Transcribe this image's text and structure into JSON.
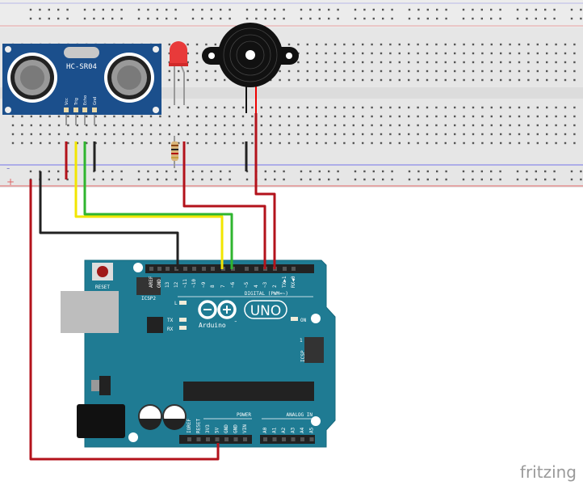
{
  "colors": {
    "board": "#1f7b93",
    "breadboard": "#e8e8e8",
    "wire_red": "#b3121b",
    "wire_black": "#222222",
    "wire_yellow": "#f2e600",
    "wire_green": "#2fb52f",
    "sensor": "#1b4f8c"
  },
  "breadboard": {
    "minus_label": "-",
    "plus_label": "+"
  },
  "sensor": {
    "name": "HC-SR04",
    "pins": [
      "Vcc",
      "Trig",
      "Echo",
      "Gnd"
    ]
  },
  "arduino": {
    "reset": "RESET",
    "icsp2": "ICSP2",
    "icsp": "ICSP",
    "icsp_pin1": "1",
    "digital_pins": [
      "AREF",
      "GND",
      "13",
      "12",
      "~11",
      "~10",
      "~9",
      "8",
      "7",
      "~6",
      "~5",
      "4",
      "~3",
      "2",
      "TX▶1",
      "RX◀0"
    ],
    "digital_label": "DIGITAL (PWM=~)",
    "led_l": "L",
    "led_tx": "TX",
    "led_rx": "RX",
    "led_on": "ON",
    "logo": "Arduino",
    "logo_tm": "™",
    "model": "UNO",
    "power_pins": [
      "IOREF",
      "RESET",
      "3V3",
      "5V",
      "GND",
      "GND",
      "VIN"
    ],
    "power_label": "POWER",
    "analog_pins": [
      "A0",
      "A1",
      "A2",
      "A3",
      "A4",
      "A5"
    ],
    "analog_label": "ANALOG IN"
  },
  "watermark": "fritzing"
}
